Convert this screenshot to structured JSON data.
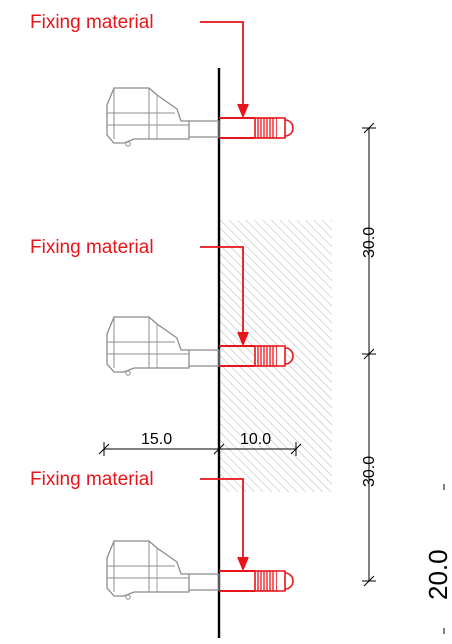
{
  "colors": {
    "callout": "#e8141a",
    "wall": "#000000",
    "tool": "#8c8c8c",
    "hatch": "#b5b5b5"
  },
  "callouts": [
    {
      "label": "Fixing material"
    },
    {
      "label": "Fixing material"
    },
    {
      "label": "Fixing material"
    }
  ],
  "dimensions": {
    "vertical_upper": "30.0",
    "vertical_lower": "30.0",
    "horizontal_left": "15.0",
    "horizontal_right": "10.0",
    "rotated_large": "20.0"
  }
}
